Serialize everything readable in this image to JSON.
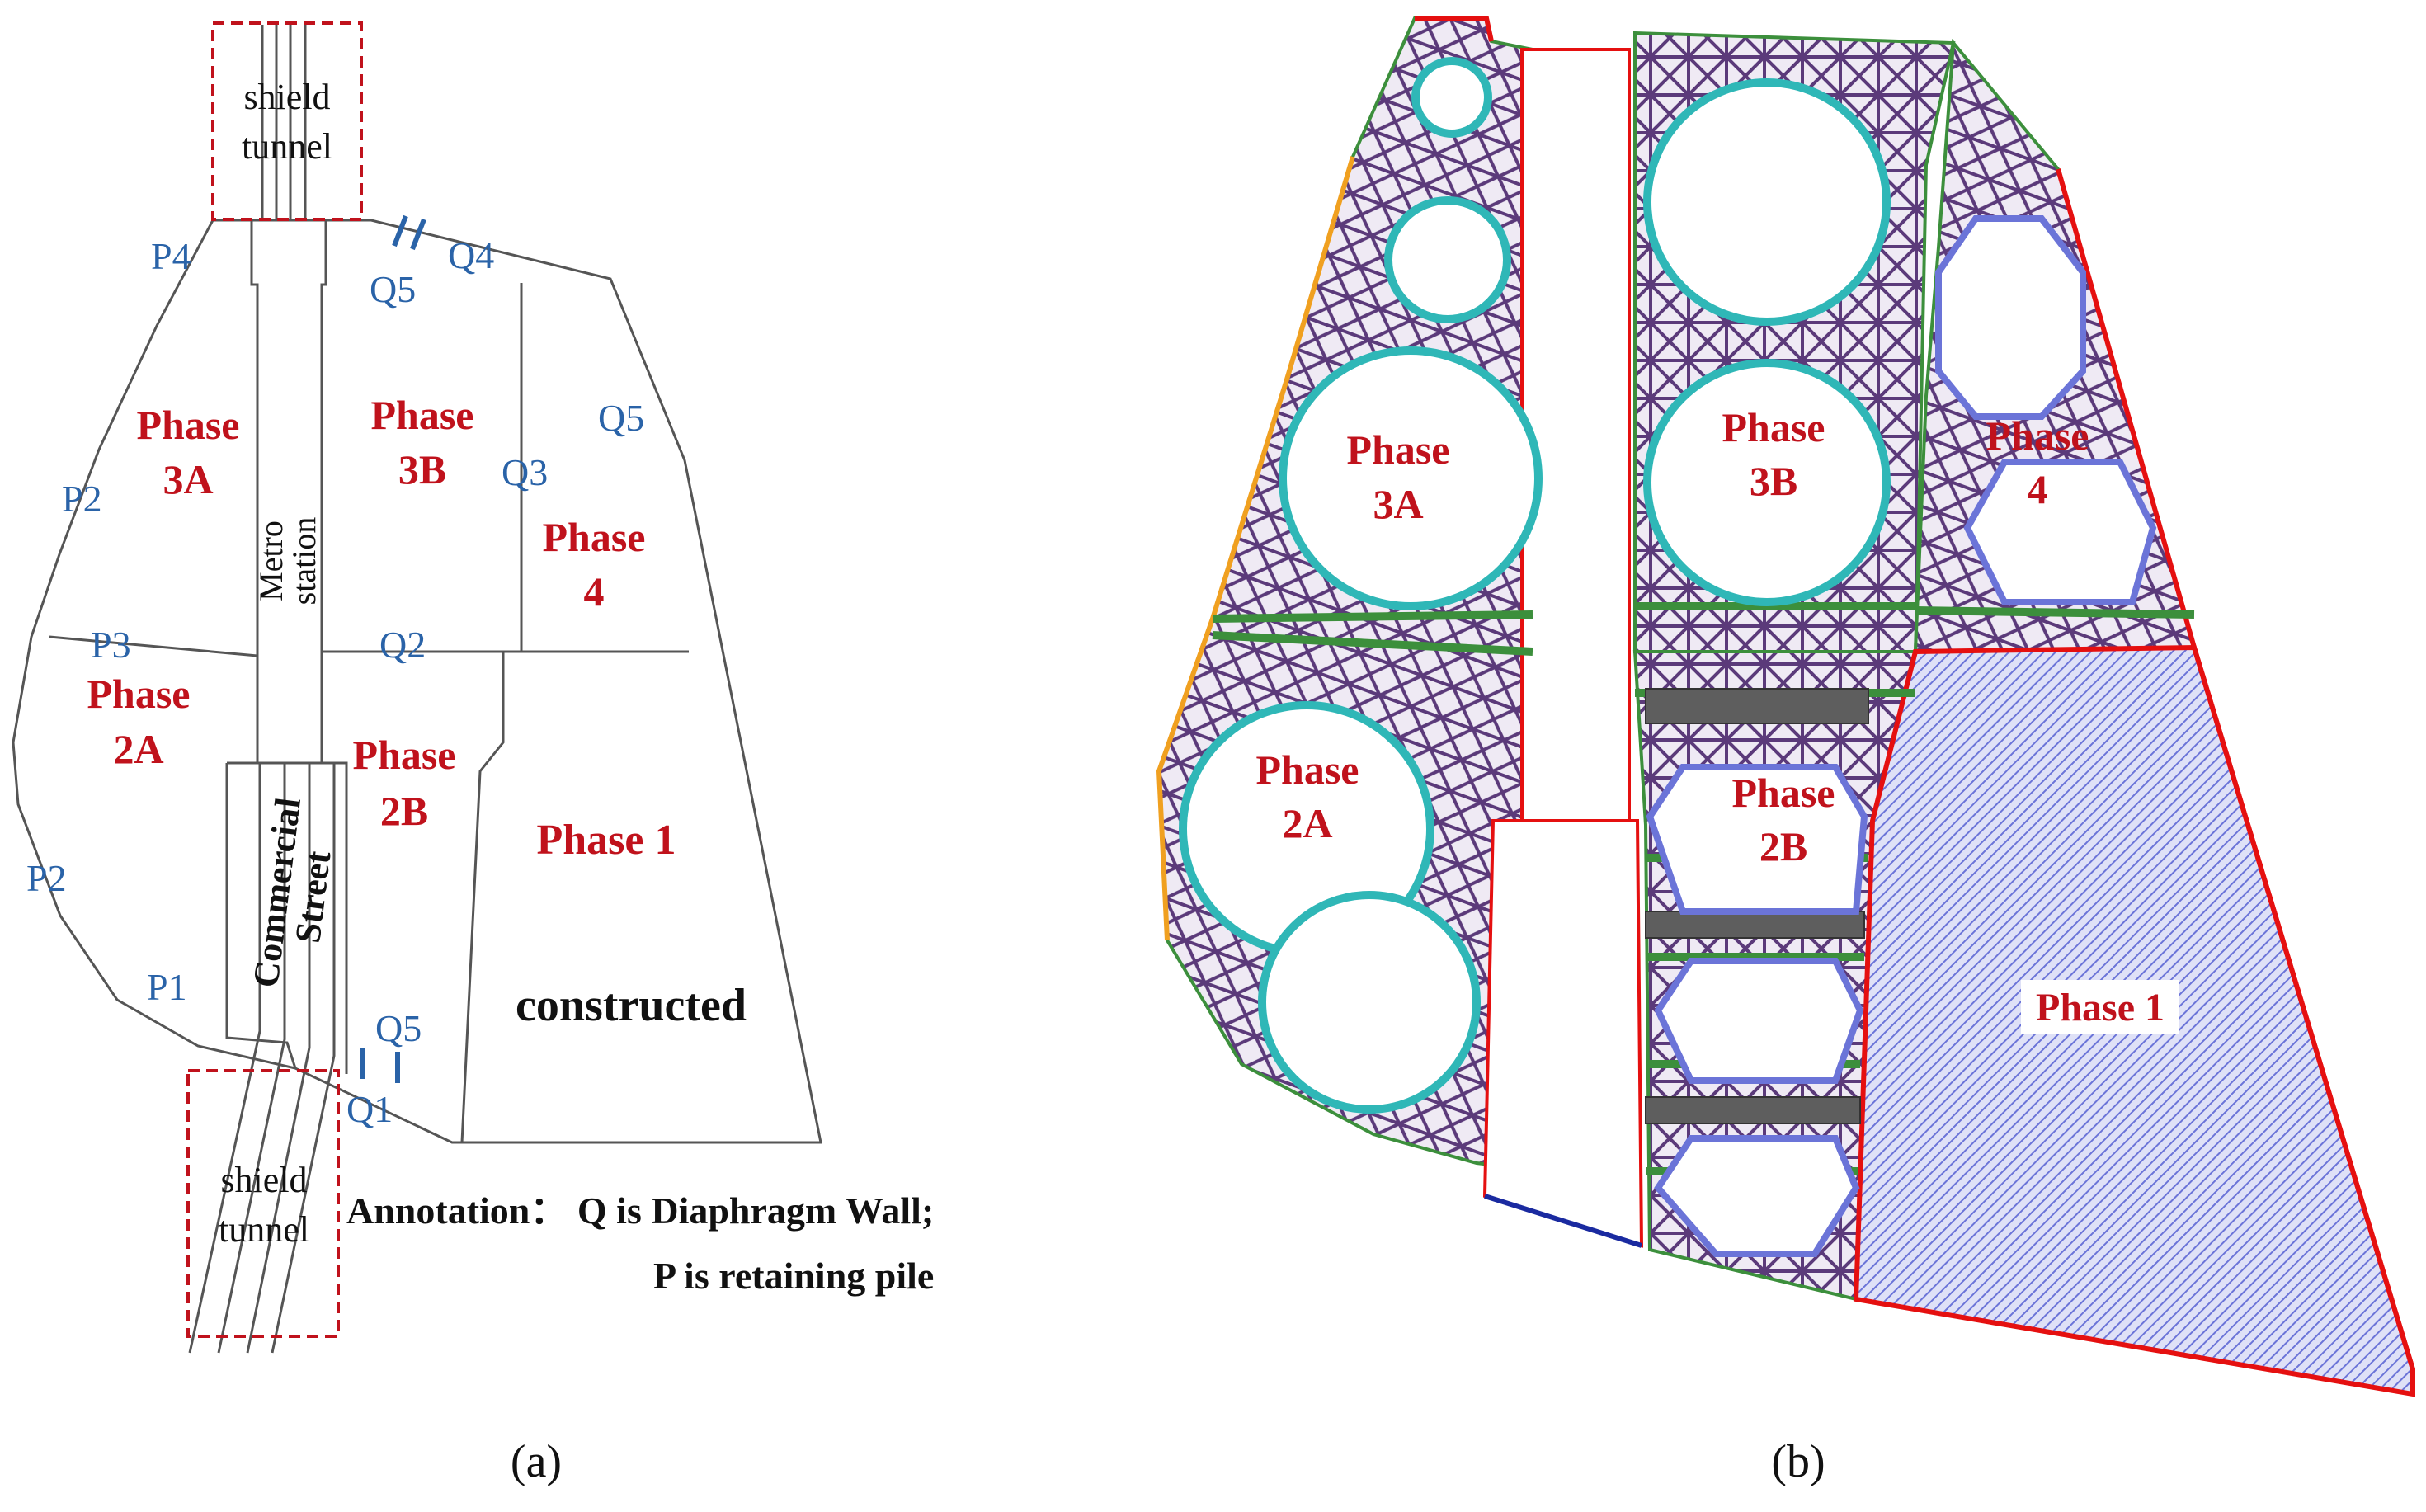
{
  "colors": {
    "phase_label": "#c0121c",
    "wall_label": "#2a63a8",
    "outline": "#555555",
    "shield_box": "#c0121c",
    "strut": "#5b3a7a",
    "ring": "#2fb7b7",
    "beam_green": "#3c8f3c",
    "phase1_fill": "#6b74d8",
    "boundary_red": "#e51010",
    "boundary_orange": "#f0a020"
  },
  "panel_a": {
    "caption": "(a)",
    "shield_top": [
      "shield",
      "tunnel"
    ],
    "shield_bottom": [
      "shield",
      "tunnel"
    ],
    "metro_station": [
      "Metro",
      "station"
    ],
    "commercial_street": [
      "Commercial",
      "Street"
    ],
    "phases": {
      "p3a": [
        "Phase",
        "3A"
      ],
      "p3b": [
        "Phase",
        "3B"
      ],
      "p4": [
        "Phase",
        "4"
      ],
      "p2a": [
        "Phase",
        "2A"
      ],
      "p2b": [
        "Phase",
        "2B"
      ],
      "p1": "Phase 1"
    },
    "constructed": "constructed",
    "walls": {
      "p4": "P4",
      "q5_top": "Q5",
      "q4": "Q4",
      "q5_right": "Q5",
      "q3": "Q3",
      "p2_top": "P2",
      "p3": "P3",
      "q2": "Q2",
      "p2_bottom": "P2",
      "p1": "P1",
      "q5_bottom": "Q5",
      "q1": "Q1"
    },
    "annotation_line1": "Annotation： Q is Diaphragm Wall;",
    "annotation_line2": "P is retaining pile"
  },
  "panel_b": {
    "caption": "(b)",
    "phases": {
      "p3a": [
        "Phase",
        "3A"
      ],
      "p3b": [
        "Phase",
        "3B"
      ],
      "p4": [
        "Phase",
        "4"
      ],
      "p2a": [
        "Phase",
        "2A"
      ],
      "p2b": [
        "Phase",
        "2B"
      ],
      "p1": "Phase 1"
    }
  }
}
